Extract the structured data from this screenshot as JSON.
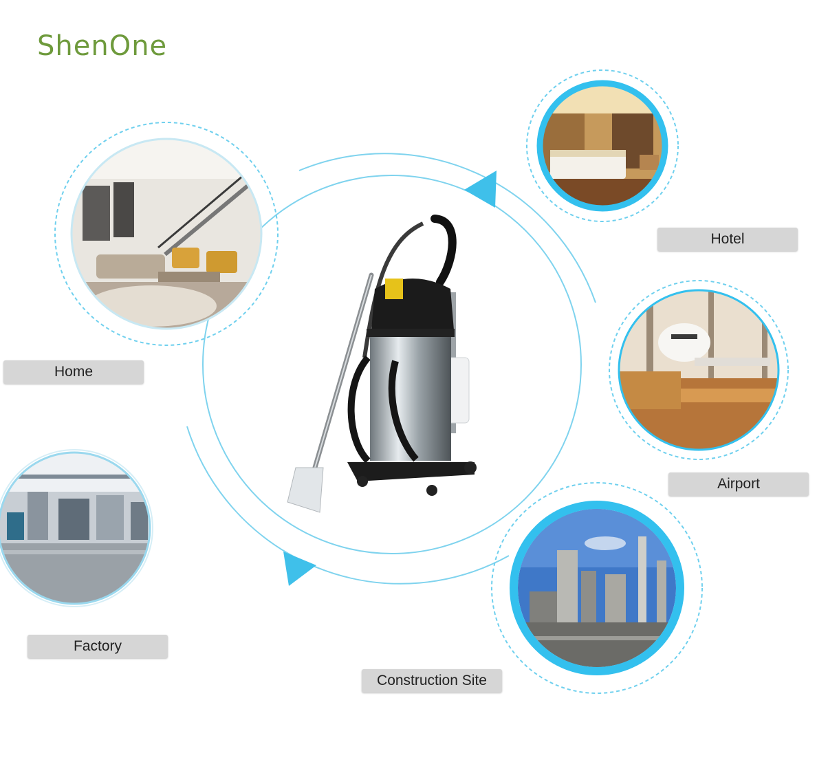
{
  "brand": {
    "logo_text": "ShenOne"
  },
  "scenes": [
    {
      "key": "hotel",
      "label": "Hotel",
      "photo_icon": "hotel-room-photo"
    },
    {
      "key": "home",
      "label": "Home",
      "photo_icon": "home-interior-photo"
    },
    {
      "key": "airport",
      "label": "Airport",
      "photo_icon": "airport-terminal-photo"
    },
    {
      "key": "factory",
      "label": "Factory",
      "photo_icon": "factory-floor-photo"
    },
    {
      "key": "construction",
      "label": "Construction Site",
      "photo_icon": "refinery-site-photo"
    }
  ],
  "product": {
    "icon": "carpet-extractor-vacuum"
  },
  "colors": {
    "ring": "#59c8e8",
    "label_bg": "#d6d6d6",
    "brand": "#6e9a3c"
  }
}
